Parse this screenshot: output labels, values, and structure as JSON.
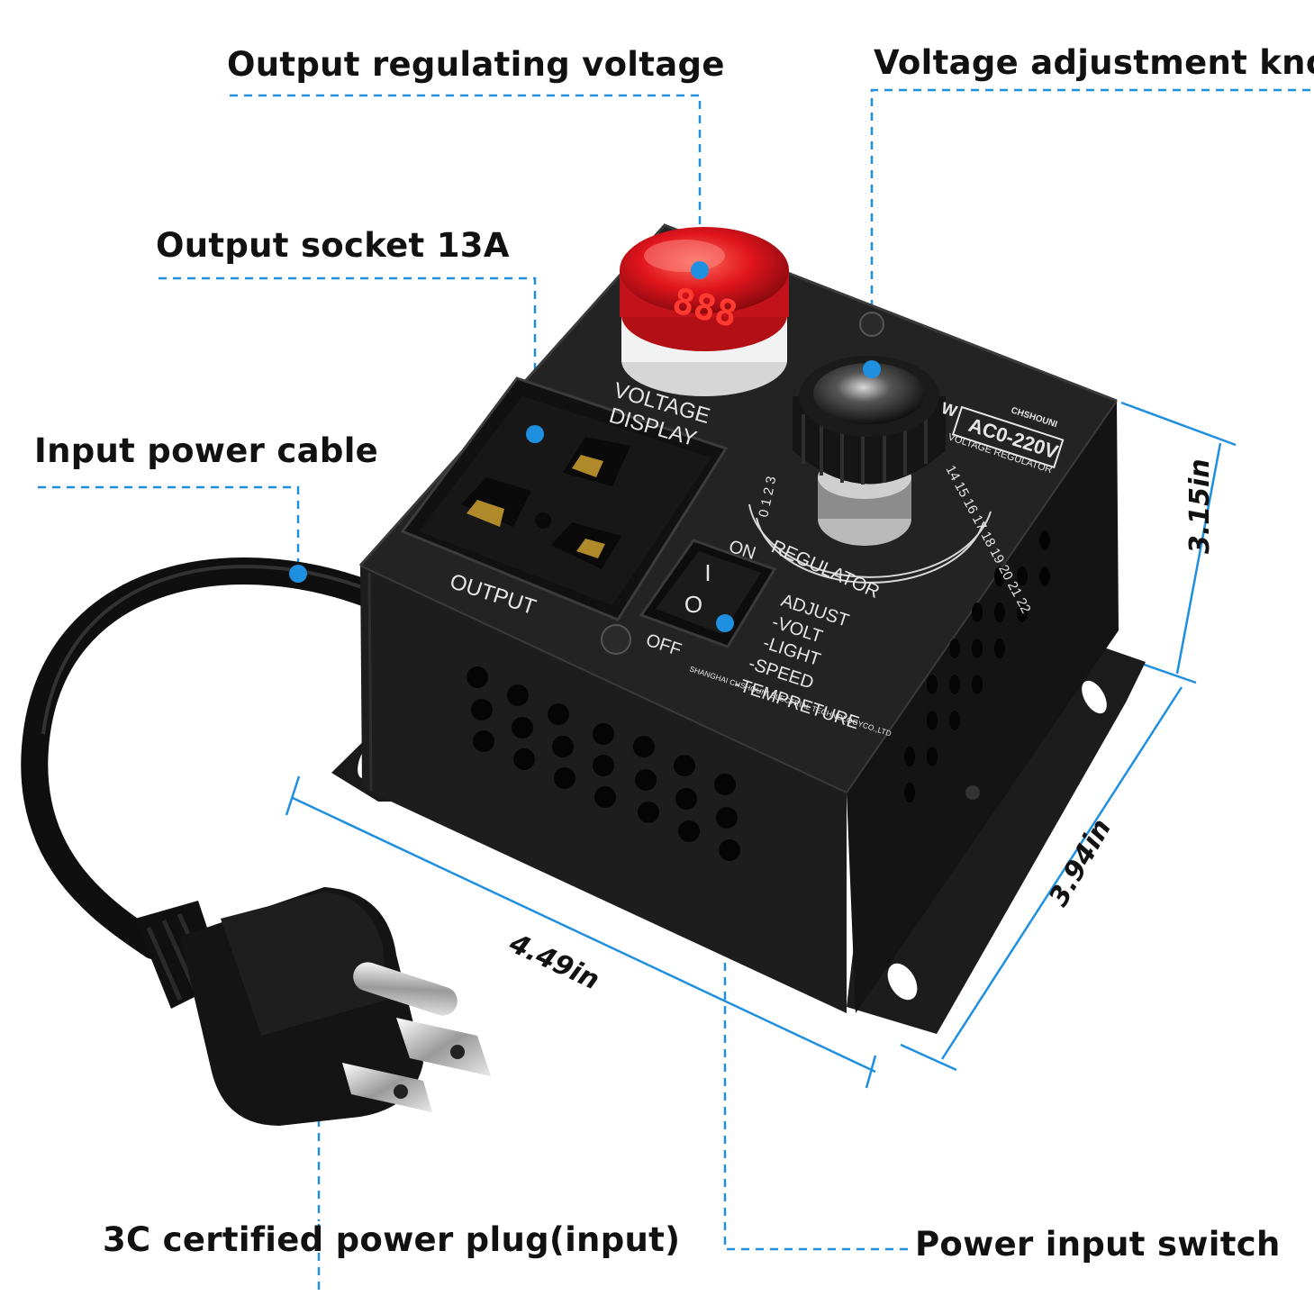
{
  "callouts": {
    "output_voltage": "Output regulating voltage",
    "knob": "Voltage adjustment knob",
    "socket": "Output socket 13A",
    "cable": "Input power cable",
    "plug": "3C certified power plug(input)",
    "switch": "Power input switch"
  },
  "dimensions": {
    "height": "3.15in",
    "depth": "3.94in",
    "width": "4.49in"
  },
  "device": {
    "display_label_1": "VOLTAGE",
    "display_label_2": "DISPLAY",
    "display_digits": "888",
    "socket_label": "OUTPUT",
    "switch_on": "ON",
    "switch_off": "OFF",
    "rocker_on_symbol": "I",
    "rocker_off_symbol": "O",
    "brand": "CHSHOUNI",
    "model": "AC0-220V",
    "power_prefix": "W",
    "subtitle": "VOLTAGE REGULATOR",
    "regulator_label": "REGULATOR",
    "dial_left": "0 1 2 3",
    "dial_right": "14 15 16 17 18 19 20 21 22",
    "adjust_title": "ADJUST",
    "adjust_items": [
      "-VOLT",
      "-LIGHT",
      "-SPEED",
      "-TEMPRETURE"
    ],
    "manufacturer": "SHANGHAI CHSHOUNI ELECTRIAL TECHNOLOGYCO.,LTD"
  },
  "colors": {
    "accent_blue": "#1f8fe0",
    "body_dark": "#1e1e1e",
    "display_red": "#d8141c"
  }
}
